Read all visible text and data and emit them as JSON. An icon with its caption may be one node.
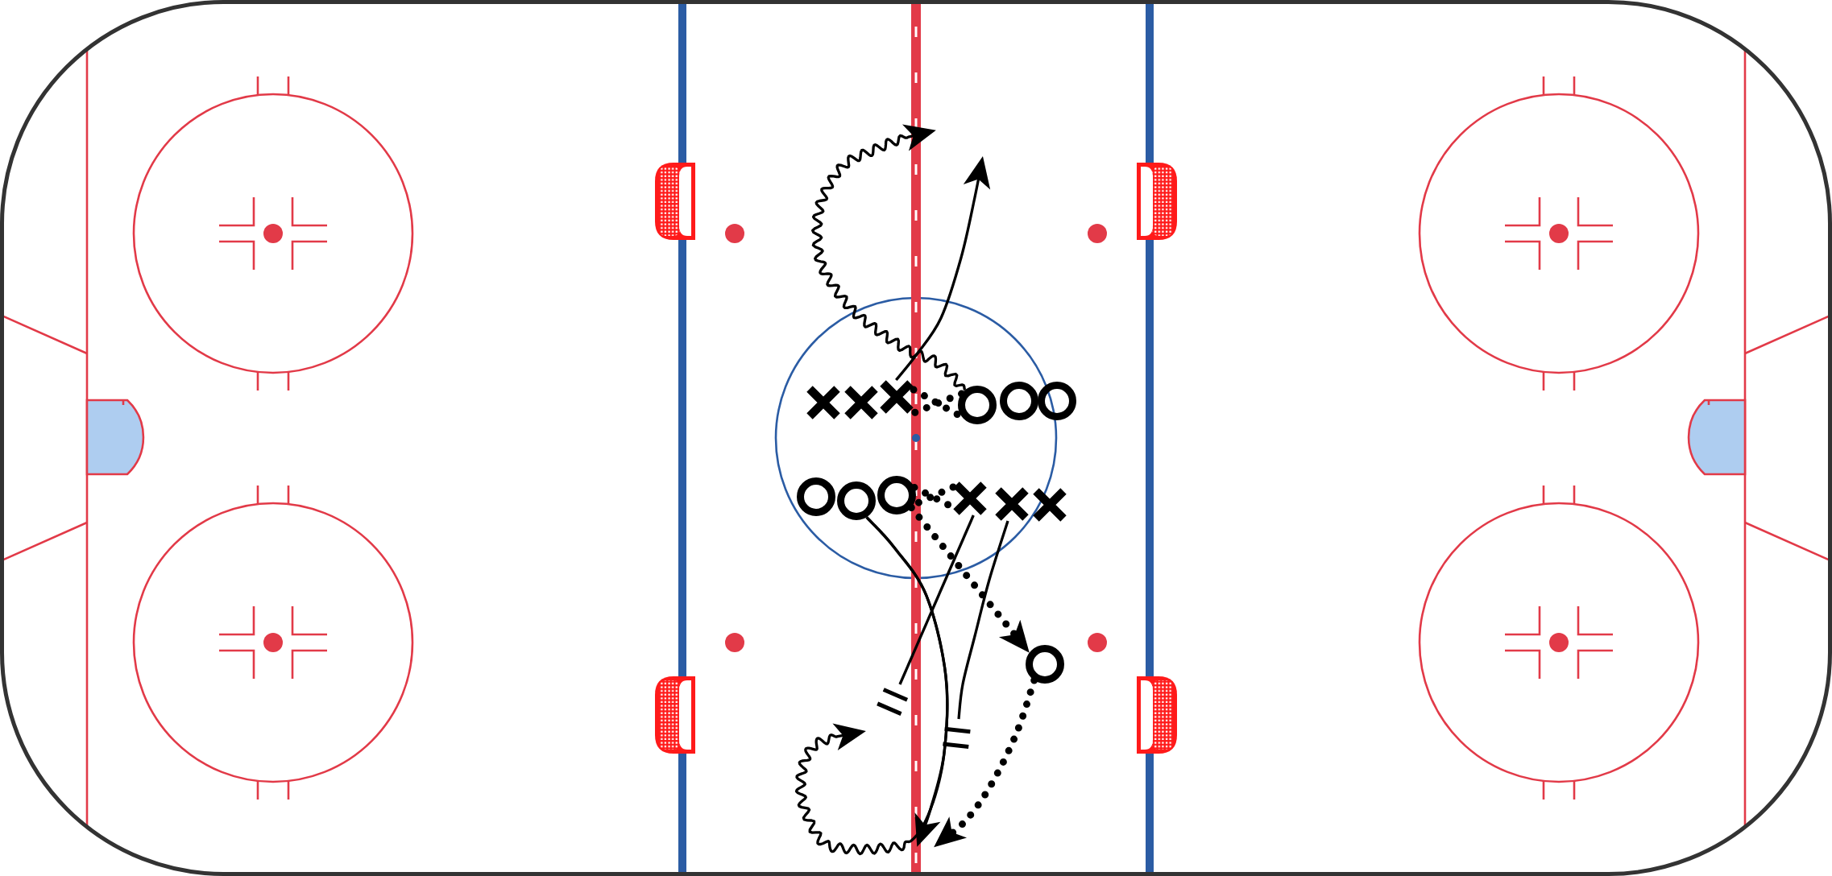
{
  "diagram": {
    "nodes": [
      {
        "text": [],
        "shape": "cross"
      },
      {
        "text": [],
        "shape": "cross"
      },
      {
        "text": [],
        "shape": "cross"
      },
      {
        "text": [],
        "shape": "circle"
      },
      {
        "text": [],
        "shape": "circle"
      },
      {
        "text": [],
        "shape": "circle"
      },
      {
        "text": [],
        "shape": "circle"
      },
      {
        "text": [],
        "shape": "circle"
      },
      {
        "text": [],
        "shape": "circle"
      },
      {
        "text": [],
        "shape": "cross"
      },
      {
        "text": [],
        "shape": "cross"
      },
      {
        "text": [],
        "shape": "cross"
      },
      {
        "text": [],
        "shape": "circle"
      }
    ],
    "edges": [
      {
        "from": 2,
        "to": null,
        "arrow": "to"
      },
      {
        "from": 3,
        "to": null,
        "arrow": "to"
      },
      {
        "from": 2,
        "to": 3,
        "arrow": "none",
        "style": "dashed"
      },
      {
        "from": 3,
        "to": 2,
        "arrow": "none",
        "style": "dashed"
      },
      {
        "from": 8,
        "to": 9,
        "arrow": "none",
        "style": "dashed"
      },
      {
        "from": 9,
        "to": 8,
        "arrow": "none",
        "style": "dashed"
      },
      {
        "from": 8,
        "to": 12,
        "arrow": "to",
        "style": "dashed"
      },
      {
        "from": 7,
        "to": null,
        "arrow": "to"
      },
      {
        "from": 9,
        "to": null,
        "arrow": "other"
      },
      {
        "from": 10,
        "to": null,
        "arrow": "other"
      },
      {
        "from": 12,
        "to": null,
        "arrow": "to",
        "style": "dashed"
      },
      {
        "from": 7,
        "to": null,
        "arrow": "to"
      }
    ]
  }
}
